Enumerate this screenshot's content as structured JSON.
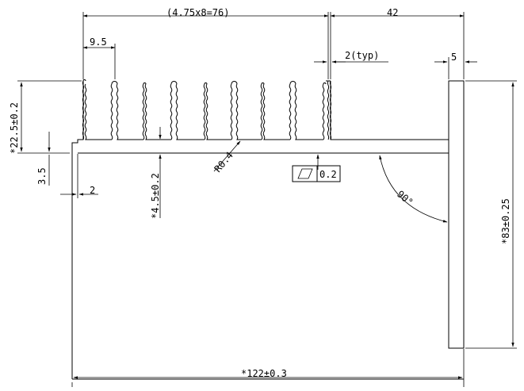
{
  "dimensions": {
    "pitch_total": "(4.75x8=76)",
    "right_flange": "42",
    "fin_pitch": "9.5",
    "fin_thickness": "2(typ)",
    "vertical_plate_thickness": "5",
    "fin_height": "*22.5±0.2",
    "base_step": "3.5",
    "base_offset": "2",
    "fin_radius": "R0.4",
    "base_thickness": "*4.5±0.2",
    "flatness_tolerance": "0.2",
    "angle": "90°",
    "plate_height": "*83±0.25",
    "overall_width": "*122±0.3"
  }
}
